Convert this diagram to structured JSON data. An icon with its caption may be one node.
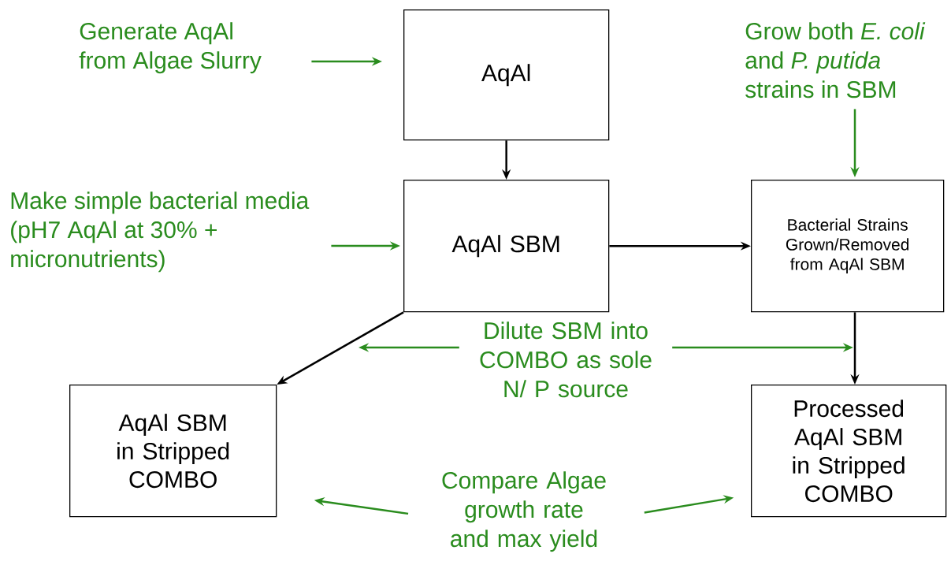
{
  "diagram": {
    "nodes": [
      {
        "text": [
          "AqAl"
        ]
      },
      {
        "text": [
          "AqAl SBM"
        ]
      },
      {
        "text": [
          "Bacterial Strains Grown/Removed from AqAl SBM"
        ]
      },
      {
        "text": [
          "AqAl SBM in Stripped COMBO"
        ]
      },
      {
        "text": [
          "Processed AqAl SBM in Stripped COMBO"
        ]
      },
      {
        "text": [
          "Generate AqAl from Algae Slurry"
        ]
      },
      {
        "text": [
          "Grow both *E. coli* and *P. putida* strains in SBM"
        ]
      },
      {
        "text": [
          "Make simple bacterial media (pH7 AqAl at 30% + micronutrients)"
        ]
      },
      {
        "text": [
          "Dilute SBM into COMBO as sole N/ P source"
        ]
      },
      {
        "text": [
          "Compare Algae growth rate and max yield"
        ]
      }
    ],
    "edges": [
      {
        "from": 0,
        "to": 1,
        "arrow": "to",
        "color": "#000000"
      },
      {
        "from": 1,
        "to": 2,
        "arrow": "to",
        "color": "#000000"
      },
      {
        "from": 1,
        "to": 3,
        "arrow": "to",
        "color": "#000000"
      },
      {
        "from": 2,
        "to": 4,
        "arrow": "to",
        "color": "#000000"
      },
      {
        "from": 5,
        "to": 0,
        "arrow": "to"
      },
      {
        "from": 6,
        "to": 2,
        "arrow": "to"
      },
      {
        "from": 7,
        "to": 1,
        "arrow": "to"
      },
      {
        "from": 8,
        "to": null,
        "arrow": "to"
      },
      {
        "from": 8,
        "to": null,
        "arrow": "to"
      },
      {
        "from": 9,
        "to": 3,
        "arrow": "to"
      },
      {
        "from": 9,
        "to": 4,
        "arrow": "to"
      }
    ]
  }
}
